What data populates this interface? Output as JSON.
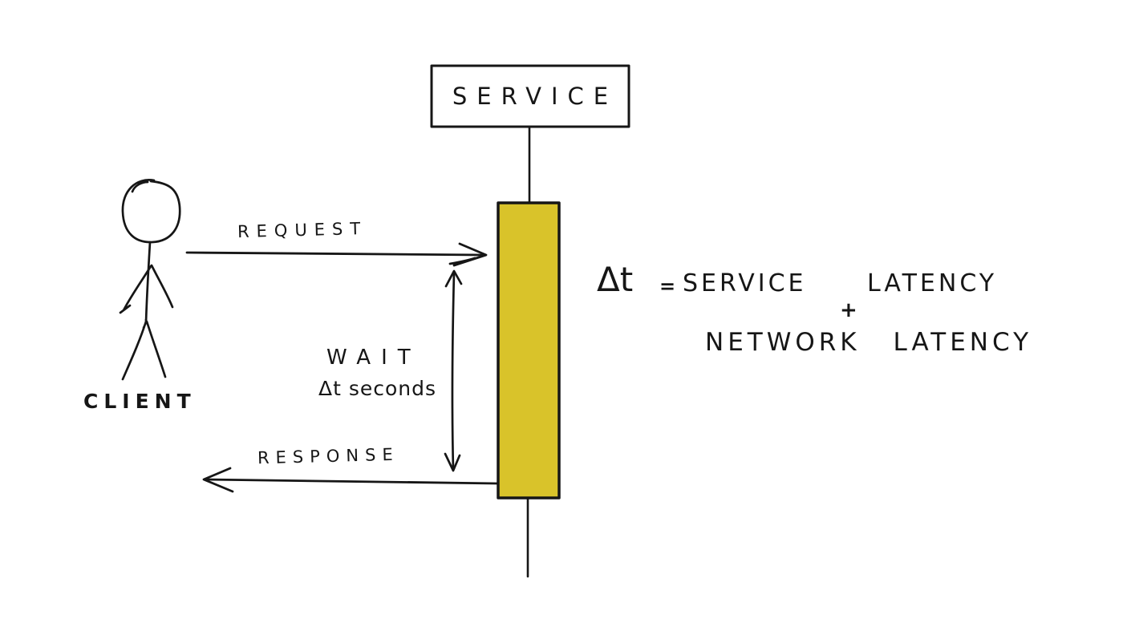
{
  "diagram": {
    "title_implied": "client-service request wait sequence sketch",
    "service_label": "SERVICE",
    "client_label": "CLIENT",
    "request_label": "REQUEST",
    "response_label": "RESPONSE",
    "wait_label": "WAIT",
    "wait_sublabel": "Δt seconds",
    "equation": {
      "lhs": "Δt",
      "equals": "=",
      "term1": "SERVICE LATENCY",
      "operator": "+",
      "term2": "NETWORK LATENCY"
    },
    "colors": {
      "activation_bar": "#d9c32a",
      "ink": "#161616",
      "background": "#ffffff"
    }
  }
}
